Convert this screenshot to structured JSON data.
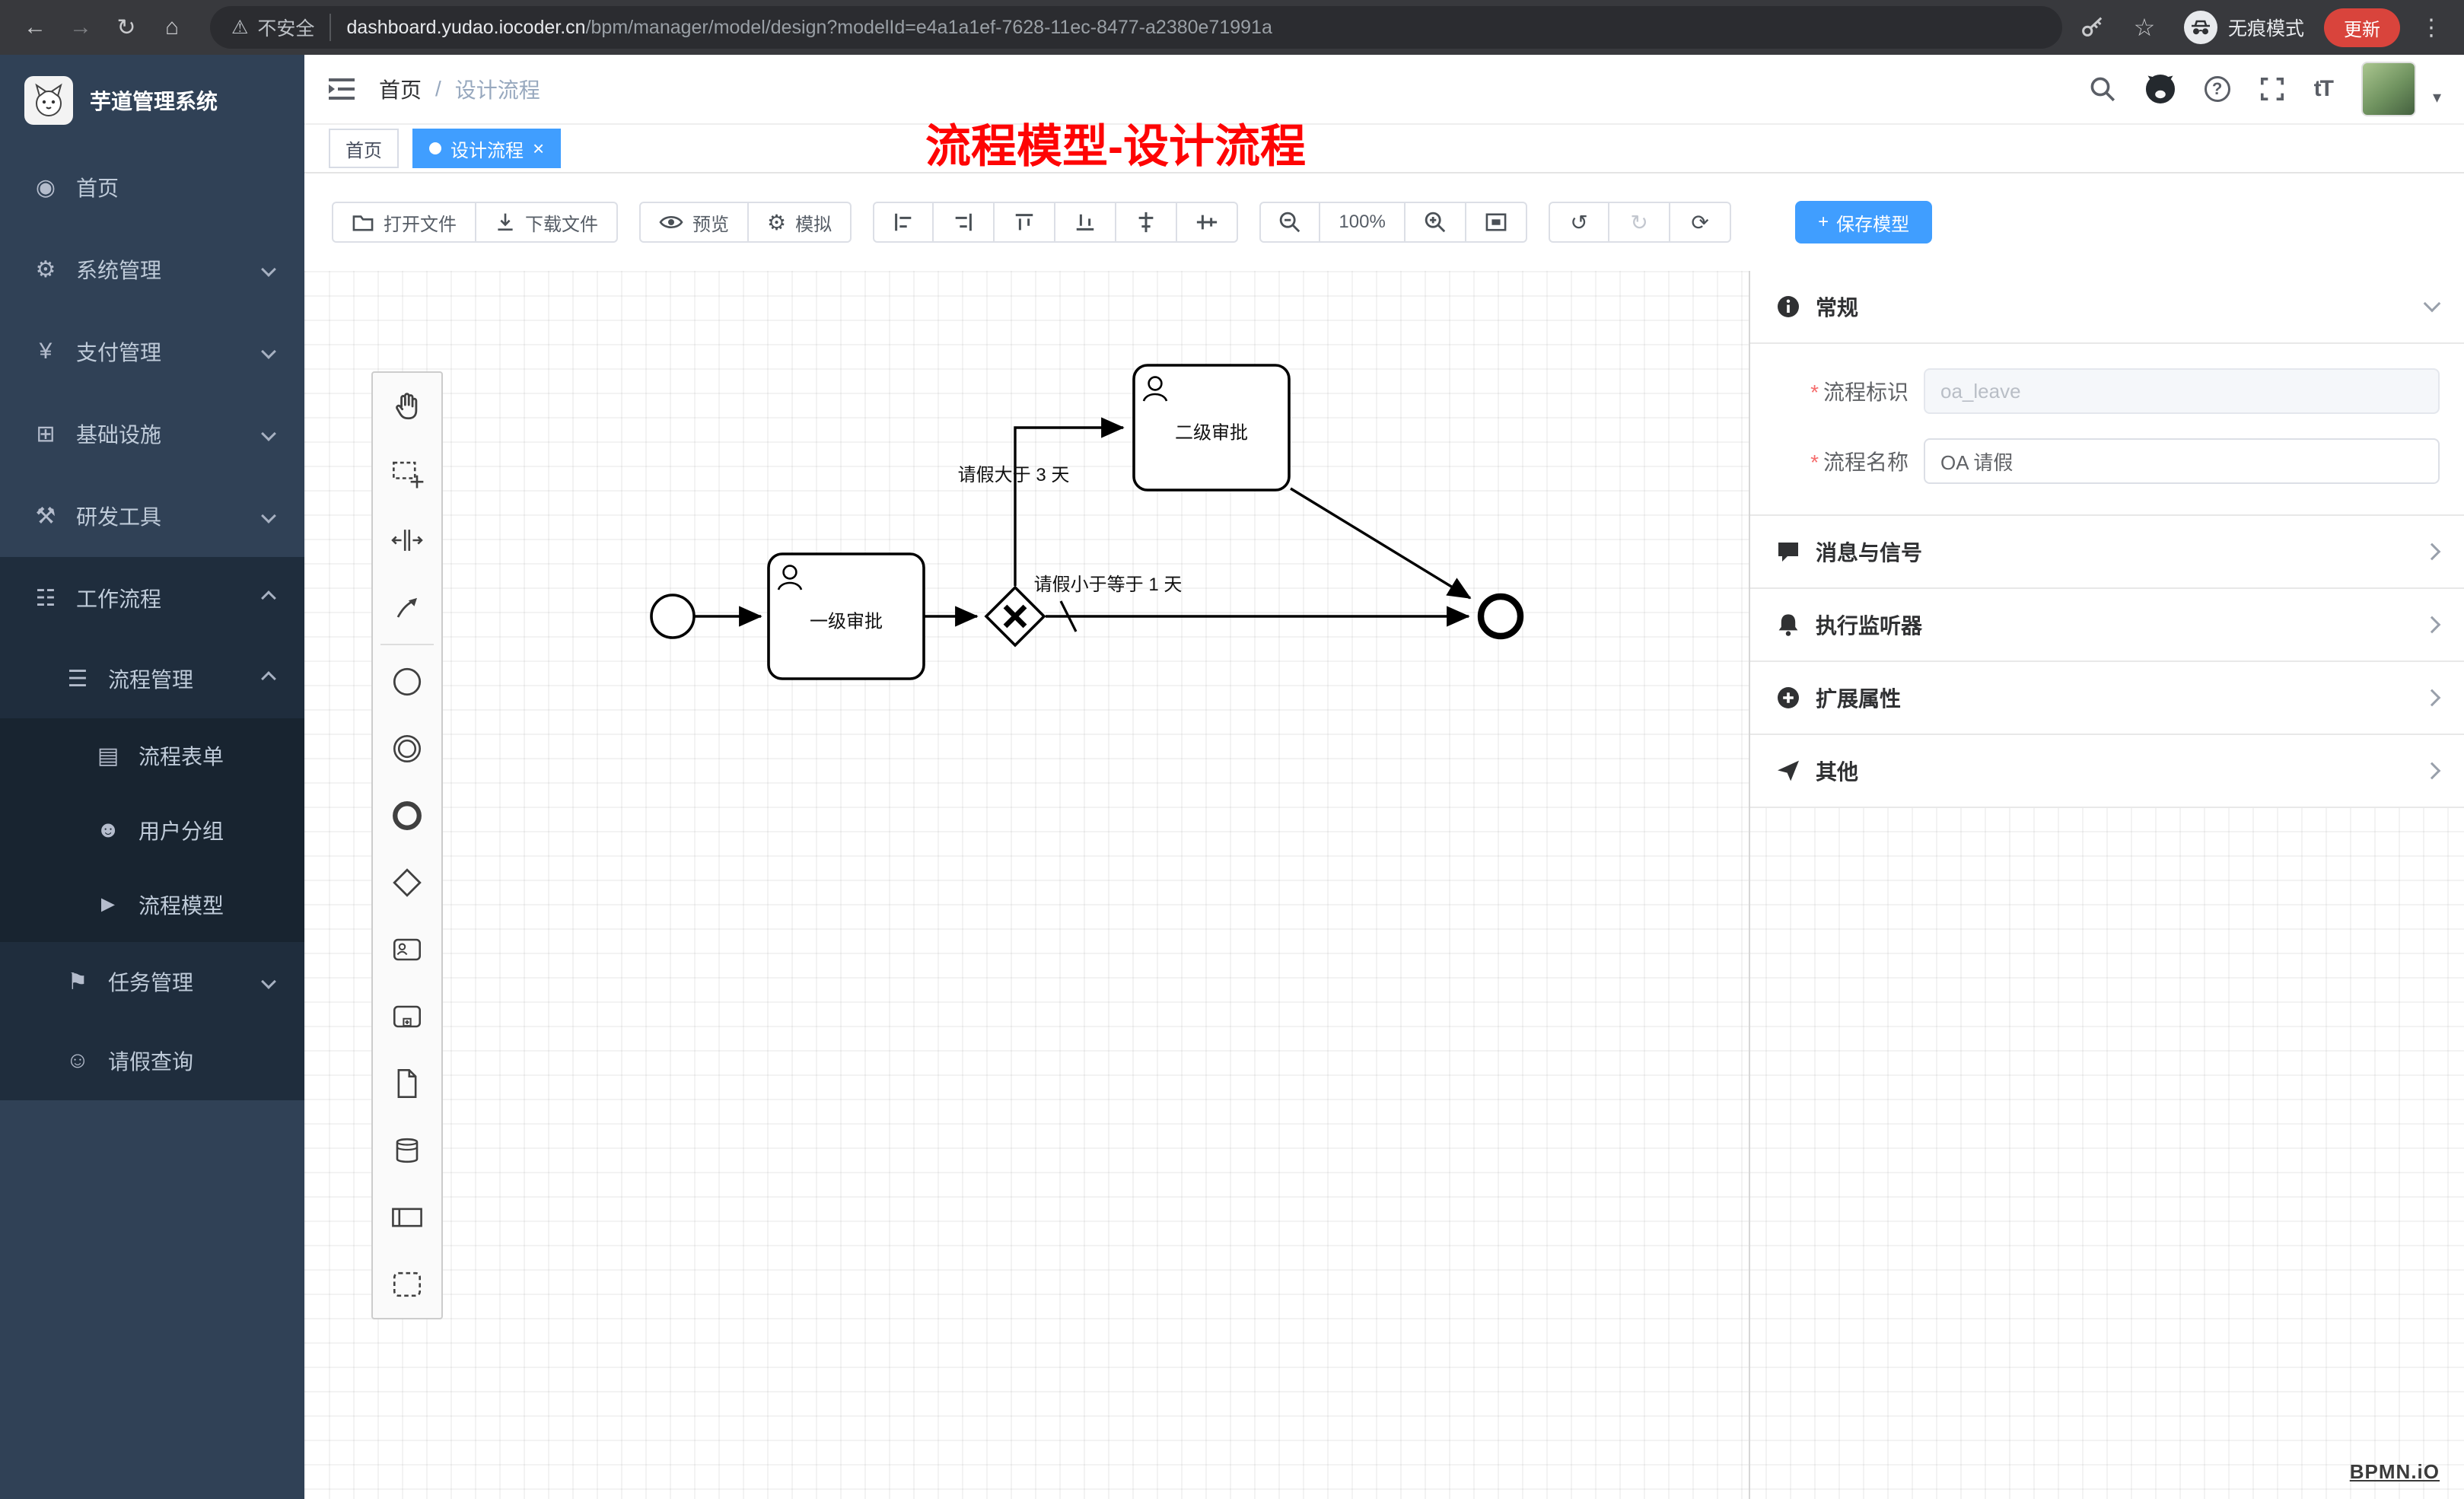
{
  "icons": {
    "back": "←",
    "forward": "→",
    "reload": "↻",
    "home_nav": "⌂",
    "warning": "⚠",
    "star": "☆",
    "menu_dots": "⋮",
    "home": "◉",
    "system": "⚙",
    "payment": "¥",
    "infra": "⊞",
    "devtools": "⚒",
    "workflow": "☷",
    "process_mgmt": "☰",
    "form": "▤",
    "user_group": "☻",
    "model": "►",
    "task_mgmt": "⚑",
    "leave": "☺",
    "undo": "↺",
    "redo": "↻",
    "refresh": "⟳",
    "caret": "▾",
    "close": "×",
    "plus": "+",
    "gear": "⚙",
    "question": "?",
    "font_size": "tT"
  },
  "browser": {
    "security_label": "不安全",
    "url_domain": "dashboard.yudao.iocoder.cn",
    "url_path": "/bpm/manager/model/design?modelId=e4a1a1ef-7628-11ec-8477-a2380e71991a",
    "incognito_label": "无痕模式",
    "update_label": "更新"
  },
  "sidebar": {
    "app_title": "芋道管理系统",
    "items": [
      {
        "label": "首页"
      },
      {
        "label": "系统管理"
      },
      {
        "label": "支付管理"
      },
      {
        "label": "基础设施"
      },
      {
        "label": "研发工具"
      },
      {
        "label": "工作流程"
      },
      {
        "label": "流程管理"
      },
      {
        "label": "流程表单"
      },
      {
        "label": "用户分组"
      },
      {
        "label": "流程模型"
      },
      {
        "label": "任务管理"
      },
      {
        "label": "请假查询"
      }
    ]
  },
  "header": {
    "breadcrumb_home": "首页",
    "breadcrumb_sep": "/",
    "breadcrumb_current": "设计流程",
    "annotation": "流程模型-设计流程"
  },
  "tags": {
    "home": "首页",
    "active": "设计流程"
  },
  "toolbar": {
    "open_file": "打开文件",
    "download_file": "下载文件",
    "preview": "预览",
    "simulate": "模拟",
    "zoom_level": "100%",
    "save_model": "保存模型"
  },
  "diagram": {
    "task1": "一级审批",
    "task2": "二级审批",
    "flow_gt": "请假大于 3 天",
    "flow_le": "请假小于等于 1 天"
  },
  "properties": {
    "general_title": "常规",
    "required_mark": "*",
    "key_label": "流程标识",
    "key_value": "oa_leave",
    "name_label": "流程名称",
    "name_value": "OA 请假",
    "sections": [
      {
        "title": "消息与信号"
      },
      {
        "title": "执行监听器"
      },
      {
        "title": "扩展属性"
      },
      {
        "title": "其他"
      }
    ]
  },
  "watermark": "BPMN.iO"
}
